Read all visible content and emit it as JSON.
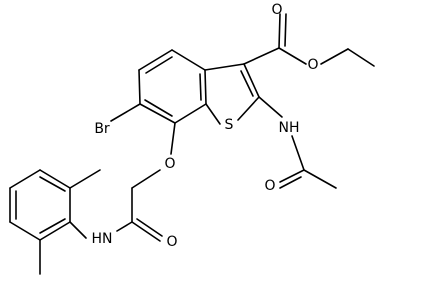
{
  "molecule": {
    "labels": {
      "ester_carbonyl_o": "O",
      "ester_ether_o": "O",
      "bromine": "Br",
      "thiophene_s": "S",
      "amide_nh_top": "NH",
      "acetyl_o": "O",
      "ether_o": "O",
      "amide_o": "O",
      "amide_nh_bottom": "HN"
    }
  }
}
